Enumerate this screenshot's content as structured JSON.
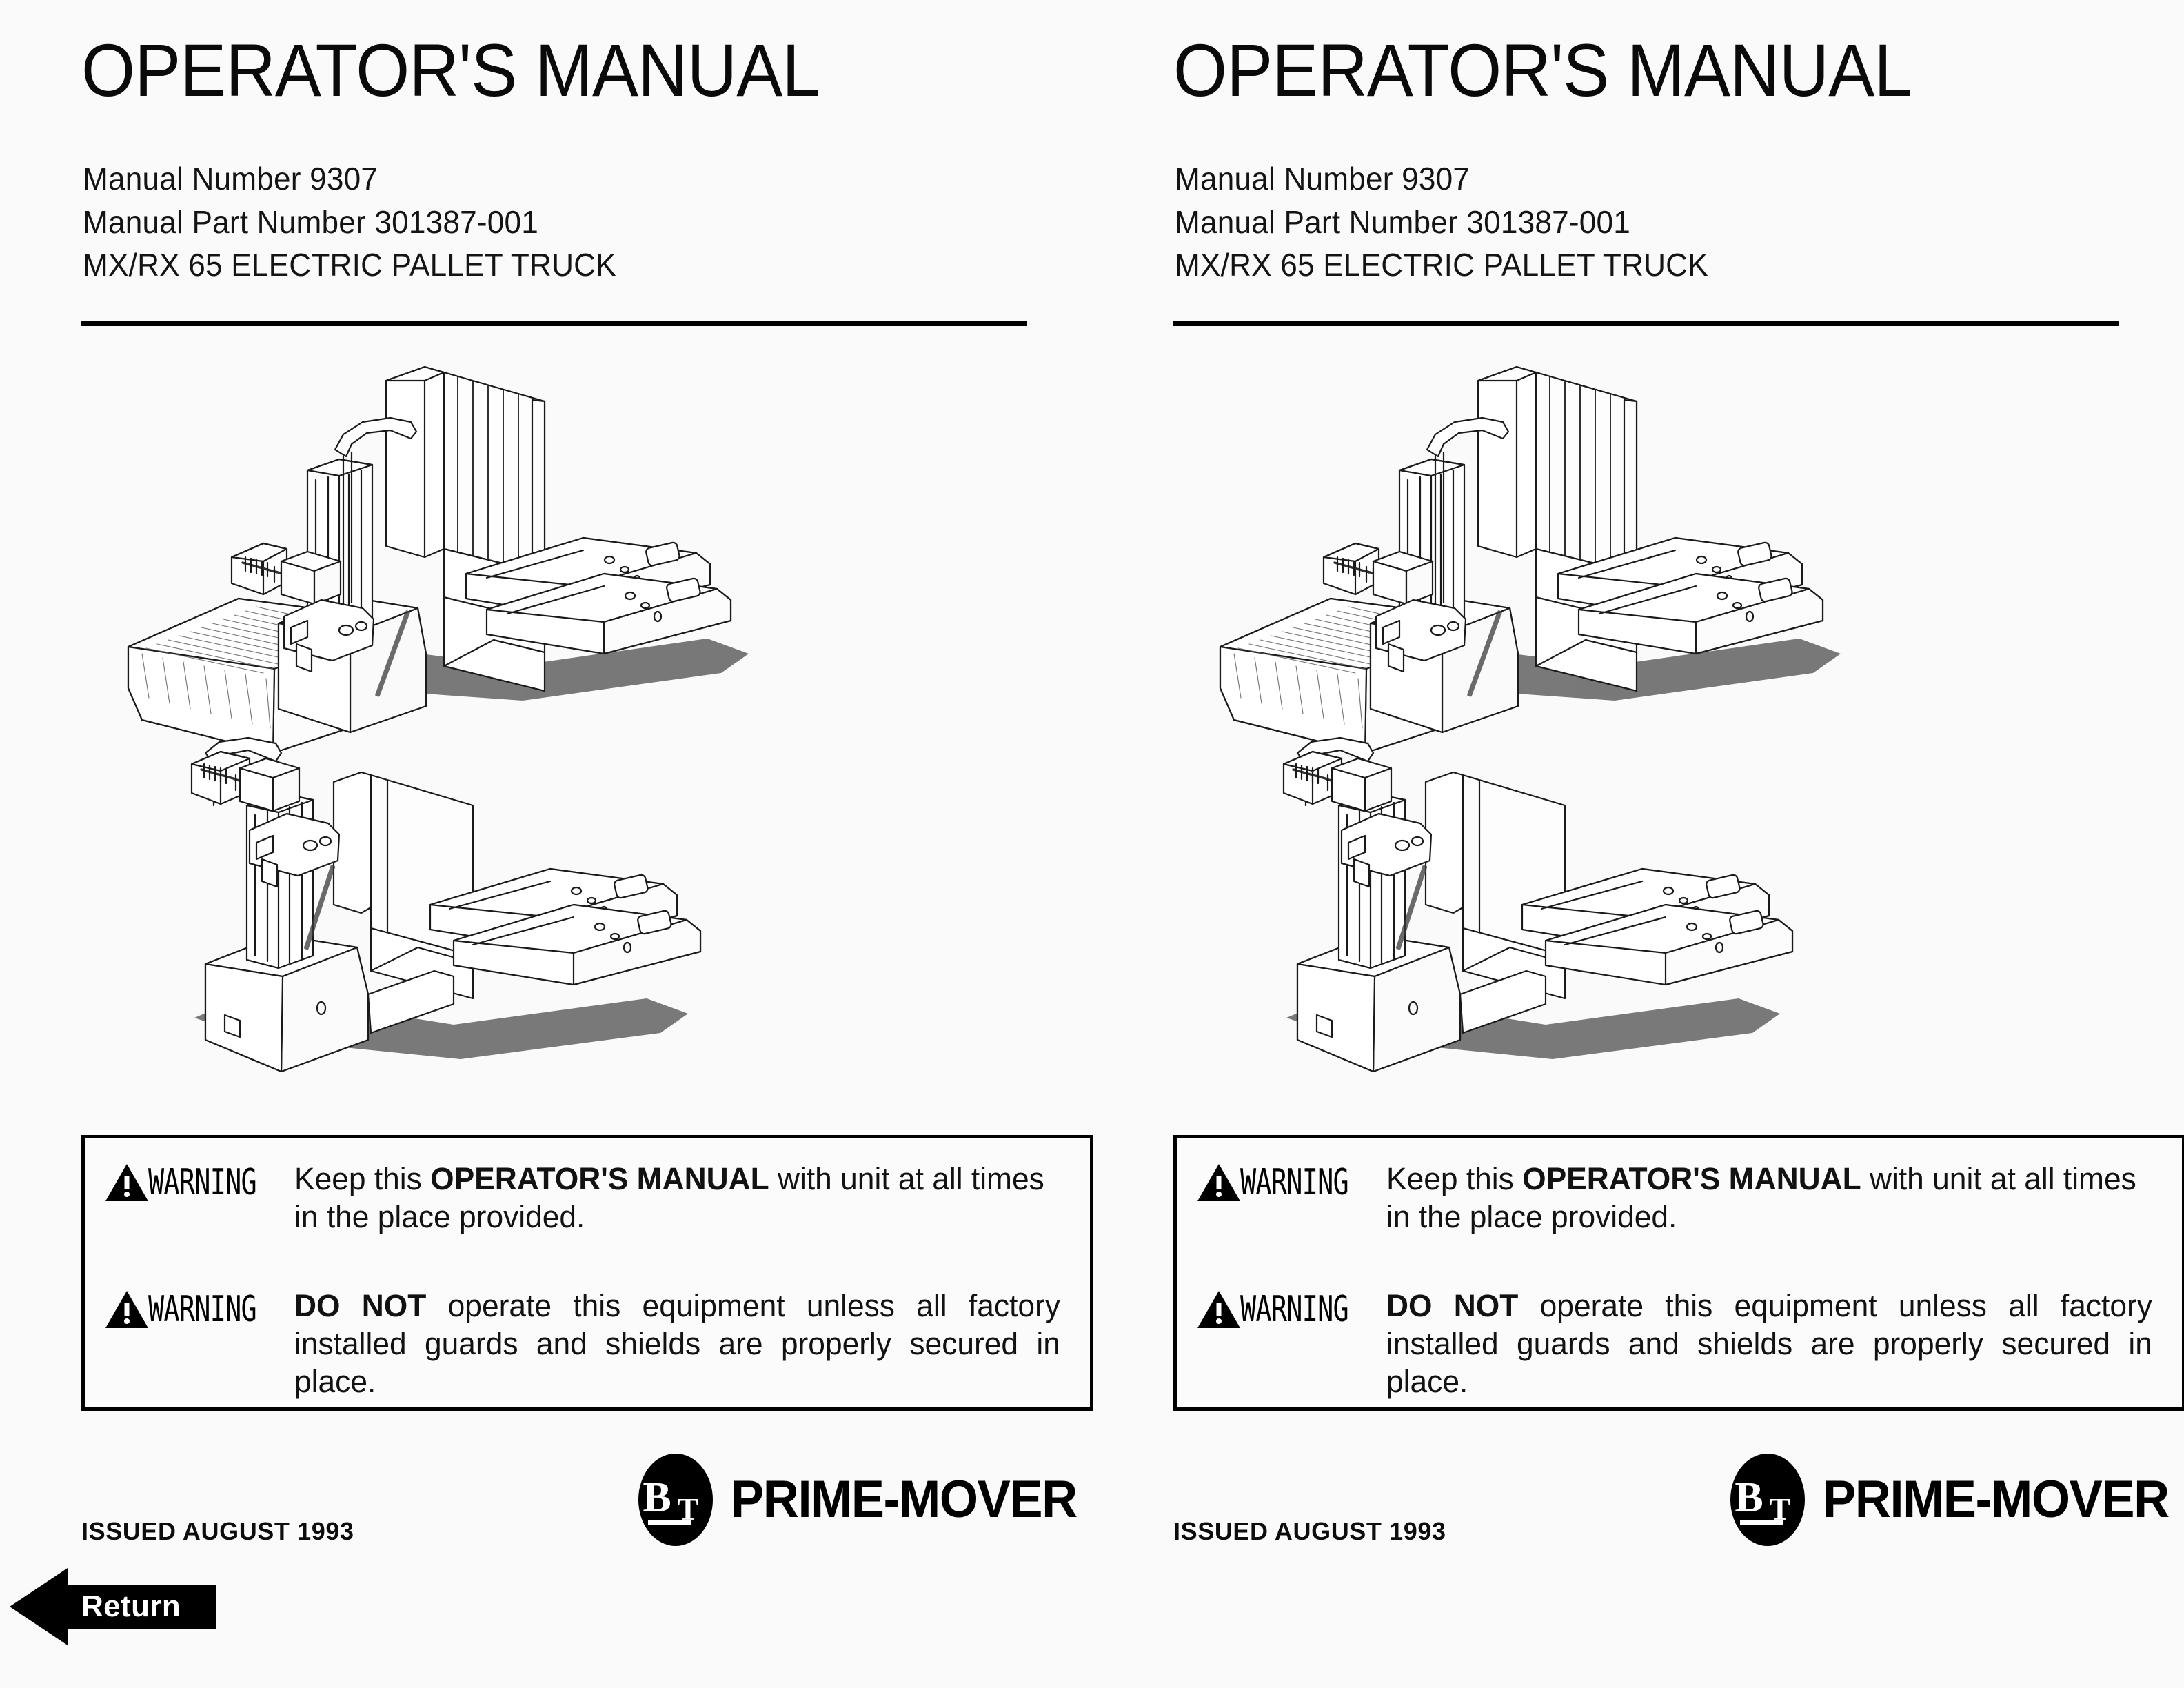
{
  "page": {
    "background_color": "#fafafa",
    "ink_color": "#000000"
  },
  "panels": [
    {
      "header": {
        "title": "OPERATOR'S MANUAL",
        "line1": "Manual Number 9307",
        "line2": "Manual Part Number 301387-001",
        "line3": "MX/RX 65 ELECTRIC PALLET TRUCK"
      },
      "illustrations": [
        {
          "name": "rider-pallet-truck",
          "caption": "MX/RX 65 electric rider pallet truck with load backrest and operator platform"
        },
        {
          "name": "walkie-pallet-truck",
          "caption": "MX/RX 65 electric walkie pallet truck with load backrest"
        }
      ],
      "warnings": [
        {
          "flag": "WARNING",
          "text_plain": "Keep this OPERATOR'S MANUAL with unit at all times in the place provided.",
          "text_pre": "Keep this ",
          "text_bold": "OPERATOR'S MANUAL",
          "text_post": " with unit at all times in the place provided."
        },
        {
          "flag": "WARNING",
          "text_plain": "DO NOT operate this equipment unless all factory installed guards and shields are properly secured in place.",
          "text_pre": "",
          "text_bold": "DO NOT",
          "text_post": " operate this equipment unless all factory installed guards and shields are properly secured in place."
        }
      ],
      "footer": {
        "issued": "ISSUED AUGUST 1993",
        "brand_mark": "BT",
        "brand_name": "PRIME-MOVER"
      }
    },
    {
      "header": {
        "title": "OPERATOR'S MANUAL",
        "line1": "Manual Number 9307",
        "line2": "Manual Part Number 301387-001",
        "line3": "MX/RX 65 ELECTRIC PALLET TRUCK"
      },
      "illustrations": [
        {
          "name": "rider-pallet-truck",
          "caption": "MX/RX 65 electric rider pallet truck with load backrest and operator platform"
        },
        {
          "name": "walkie-pallet-truck",
          "caption": "MX/RX 65 electric walkie pallet truck with load backrest"
        }
      ],
      "warnings": [
        {
          "flag": "WARNING",
          "text_plain": "Keep this OPERATOR'S MANUAL with unit at all times in the place provided.",
          "text_pre": "Keep this ",
          "text_bold": "OPERATOR'S MANUAL",
          "text_post": " with unit at all times in the place provided."
        },
        {
          "flag": "WARNING",
          "text_plain": "DO NOT operate this equipment unless all factory installed guards and shields are properly secured in place.",
          "text_pre": "",
          "text_bold": "DO NOT",
          "text_post": " operate this equipment unless all factory installed guards and shields are properly secured in place."
        }
      ],
      "footer": {
        "issued": "ISSUED AUGUST 1993",
        "brand_mark": "BT",
        "brand_name": "PRIME-MOVER"
      }
    }
  ],
  "nav": {
    "return_label": "Return",
    "return_icon": "left-arrow-icon"
  }
}
